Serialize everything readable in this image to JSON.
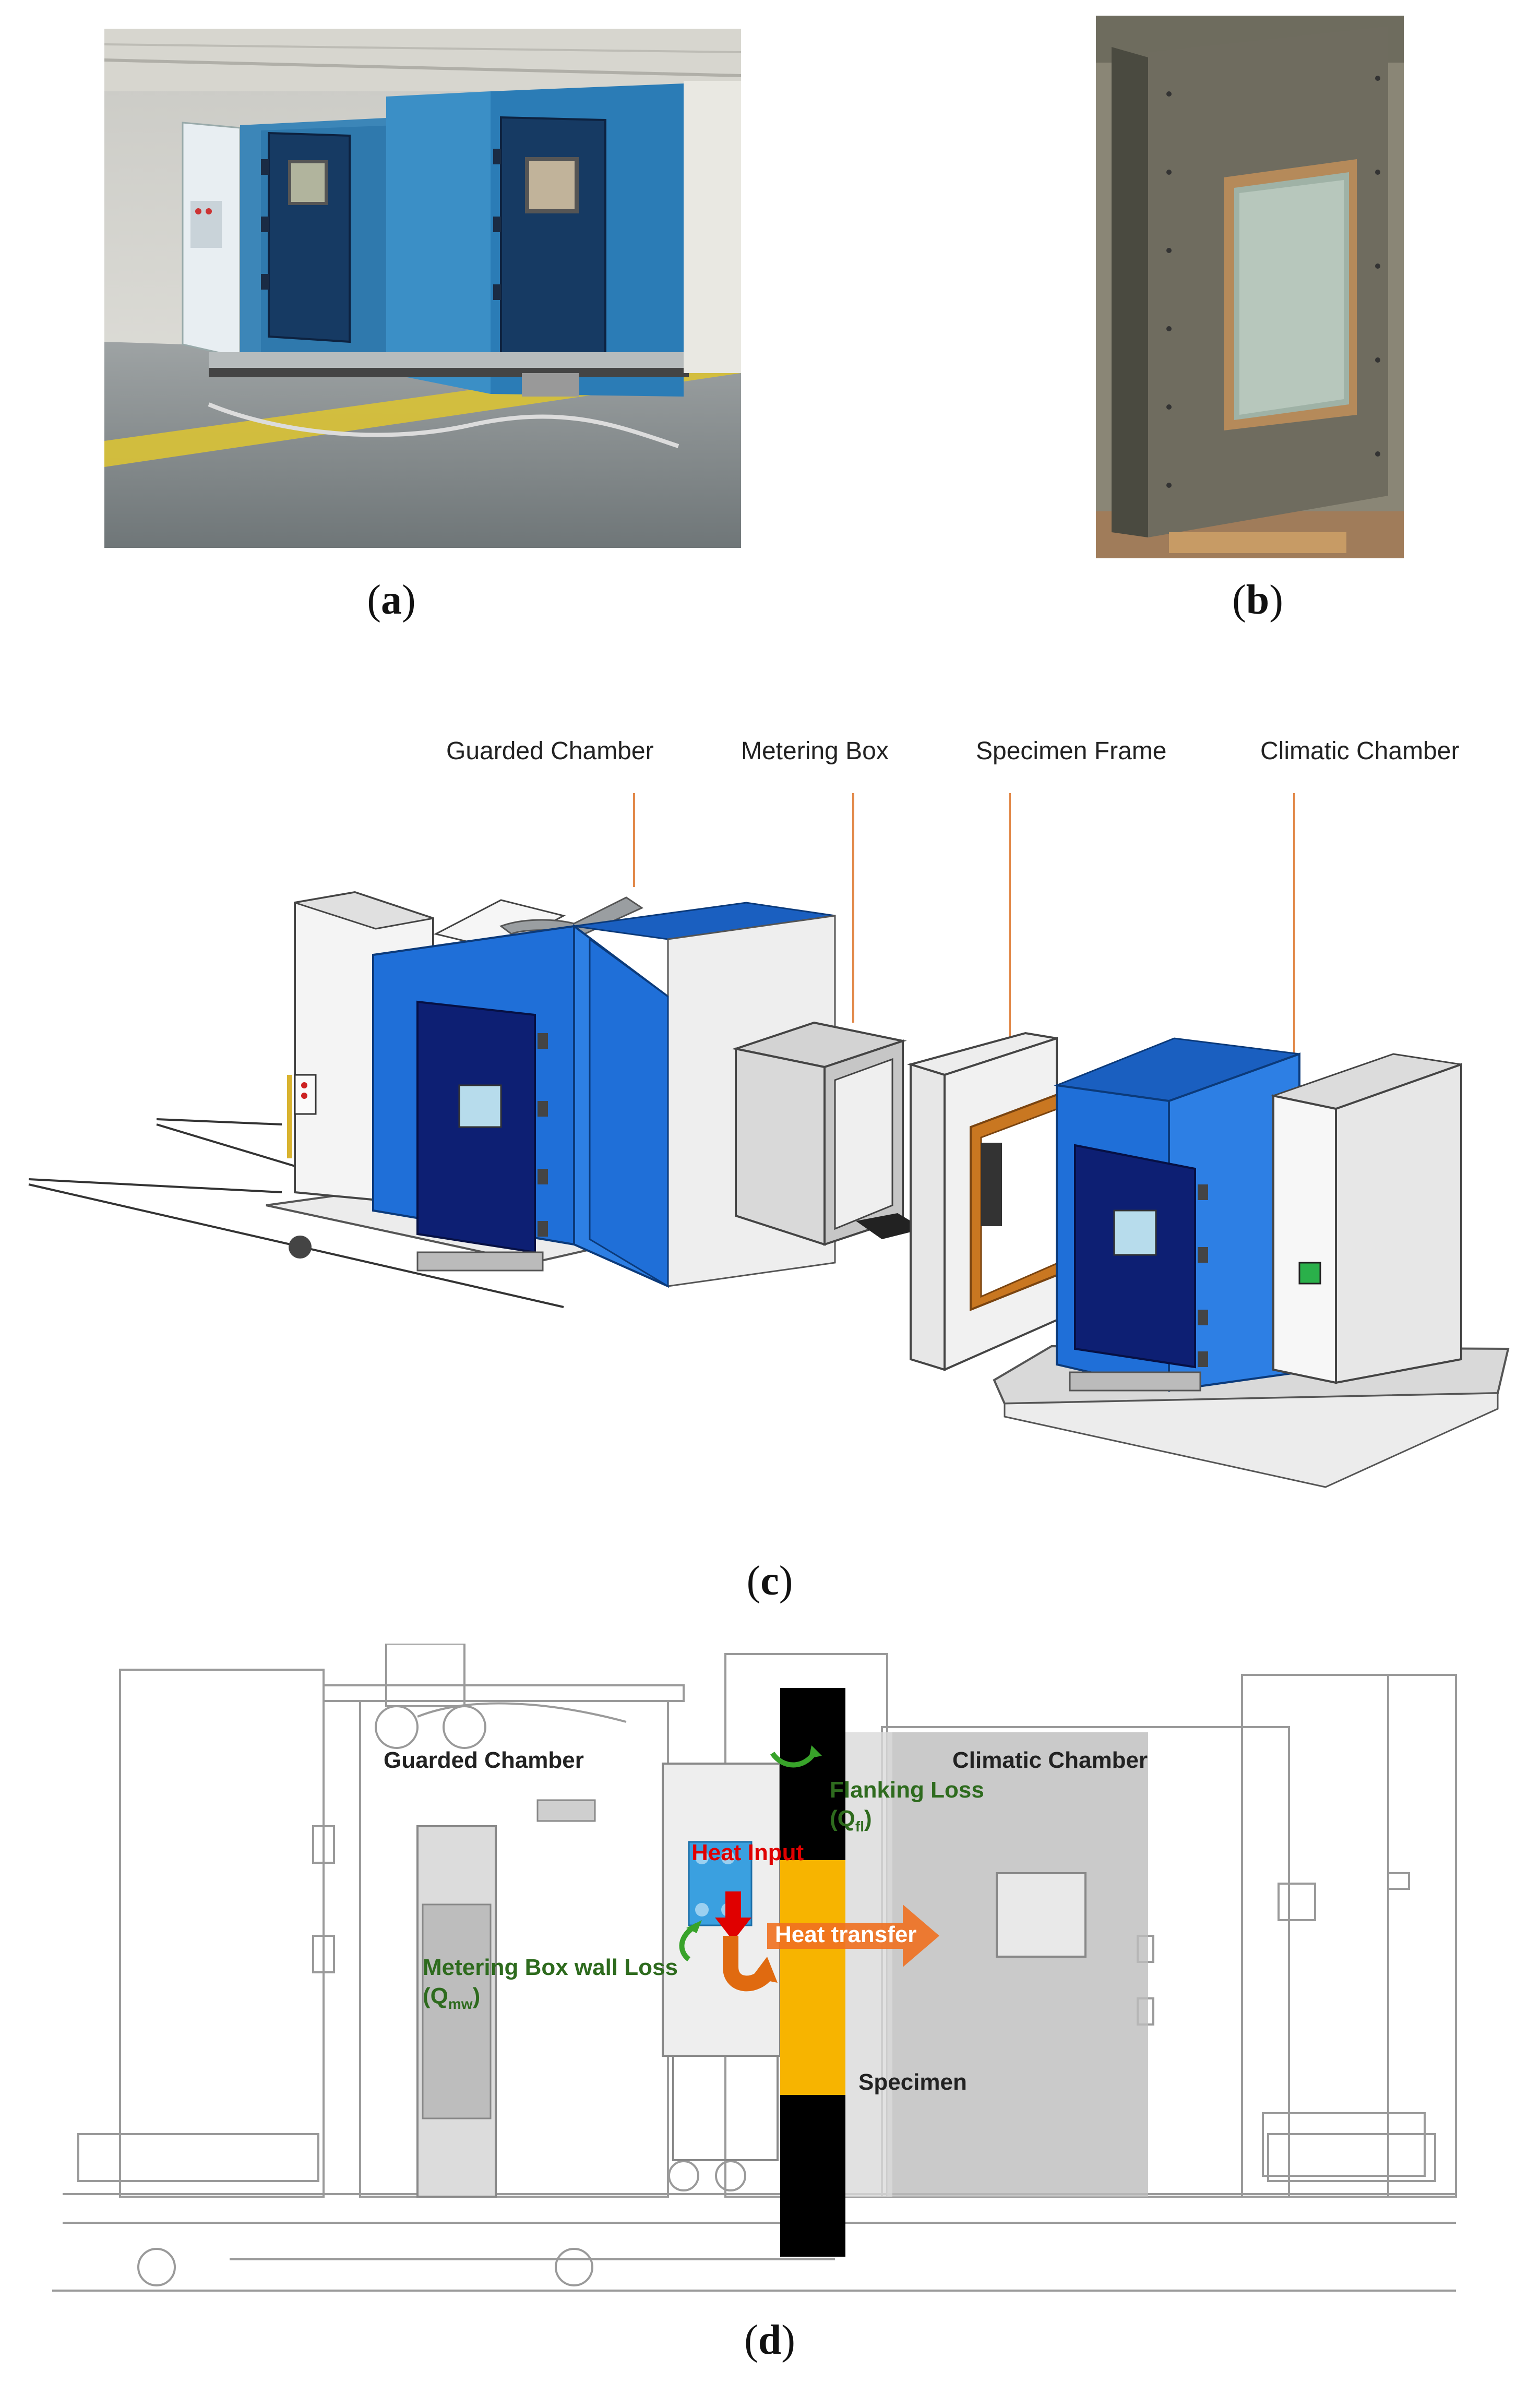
{
  "panels": {
    "a": {
      "caption_open": "(",
      "caption_letter": "a",
      "caption_close": ")"
    },
    "b": {
      "caption_open": "(",
      "caption_letter": "b",
      "caption_close": ")"
    },
    "c": {
      "caption_open": "(",
      "caption_letter": "c",
      "caption_close": ")",
      "labels": {
        "guarded_chamber": "Guarded Chamber",
        "metering_box": "Metering Box",
        "specimen_frame": "Specimen Frame",
        "climatic_chamber": "Climatic Chamber"
      }
    },
    "d": {
      "caption_open": "(",
      "caption_letter": "d",
      "caption_close": ")",
      "labels": {
        "guarded_chamber": "Guarded Chamber",
        "climatic_chamber": "Climatic Chamber",
        "flanking_loss": "Flanking Loss",
        "flanking_symbol": "(Q",
        "flanking_sub": "fl",
        "flanking_close": ")",
        "heat_input": "Heat Input",
        "heat_transfer": "Heat transfer",
        "metering_wall_loss": "Metering Box wall Loss",
        "mw_symbol": "(Q",
        "mw_sub": "mw",
        "mw_close": ")",
        "specimen": "Specimen"
      }
    }
  },
  "colors": {
    "chamber_blue": "#1f6fd8",
    "door_navy": "#0d1f73",
    "leader_orange": "#e2894a",
    "specimen_yellow": "#f7b400",
    "arrow_red": "#e00000",
    "arrow_orange": "#f07020",
    "label_green": "#2e6b1e",
    "label_red": "#e00000"
  }
}
